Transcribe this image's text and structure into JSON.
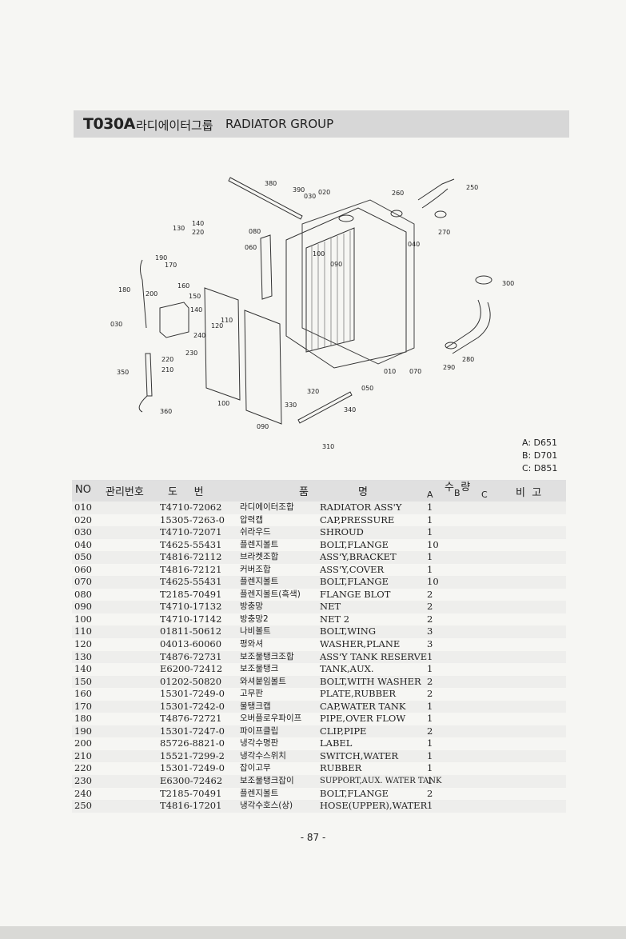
{
  "header": {
    "code": "T030A",
    "title_ko": "라디에이터그룹",
    "title_en": "RADIATOR GROUP"
  },
  "callouts": [
    "380",
    "390",
    "020",
    "030",
    "260",
    "250",
    "130",
    "140",
    "220",
    "080",
    "060",
    "100",
    "090",
    "270",
    "040",
    "190",
    "170",
    "180",
    "200",
    "160",
    "150",
    "140",
    "300",
    "030",
    "110",
    "120",
    "240",
    "220",
    "230",
    "210",
    "350",
    "010",
    "070",
    "290",
    "280",
    "050",
    "320",
    "330",
    "340",
    "100",
    "090",
    "360",
    "310"
  ],
  "variants": [
    "A: D651",
    "B: D701",
    "C: D851"
  ],
  "table": {
    "headers": {
      "no": "NO",
      "mgmt": "관리번호",
      "drawing": "도     번",
      "name": "품               명",
      "qty": "수  량",
      "qty_a": "A",
      "qty_b": "B",
      "qty_c": "C",
      "remarks": "비  고"
    },
    "rows": [
      {
        "no": "010",
        "part": "T4710-72062",
        "ko": "라디에이터조합",
        "en": "RADIATOR ASS'Y",
        "a": "1"
      },
      {
        "no": "020",
        "part": "15305-7263-0",
        "ko": "압력캡",
        "en": "CAP,PRESSURE",
        "a": "1"
      },
      {
        "no": "030",
        "part": "T4710-72071",
        "ko": "쉬라우드",
        "en": "SHROUD",
        "a": "1"
      },
      {
        "no": "040",
        "part": "T4625-55431",
        "ko": "플렌지볼트",
        "en": "BOLT,FLANGE",
        "a": "10"
      },
      {
        "no": "050",
        "part": "T4816-72112",
        "ko": "브라켓조합",
        "en": "ASS'Y,BRACKET",
        "a": "1"
      },
      {
        "no": "060",
        "part": "T4816-72121",
        "ko": "커버조합",
        "en": "ASS'Y,COVER",
        "a": "1"
      },
      {
        "no": "070",
        "part": "T4625-55431",
        "ko": "플렌지볼트",
        "en": "BOLT,FLANGE",
        "a": "10"
      },
      {
        "no": "080",
        "part": "T2185-70491",
        "ko": "플렌지볼트(흑색)",
        "en": "FLANGE BLOT",
        "a": "2"
      },
      {
        "no": "090",
        "part": "T4710-17132",
        "ko": "방충망",
        "en": "NET",
        "a": "2"
      },
      {
        "no": "100",
        "part": "T4710-17142",
        "ko": "방충망2",
        "en": "NET 2",
        "a": "2"
      },
      {
        "no": "110",
        "part": "01811-50612",
        "ko": "나비볼트",
        "en": "BOLT,WING",
        "a": "3"
      },
      {
        "no": "120",
        "part": "04013-60060",
        "ko": "평와셔",
        "en": "WASHER,PLANE",
        "a": "3"
      },
      {
        "no": "130",
        "part": "T4876-72731",
        "ko": "보조물탱크조합",
        "en": "ASS'Y TANK RESERVE",
        "a": "1"
      },
      {
        "no": "140",
        "part": "E6200-72412",
        "ko": "보조물탱크",
        "en": "TANK,AUX.",
        "a": "1"
      },
      {
        "no": "150",
        "part": "01202-50820",
        "ko": "와셔붙임볼트",
        "en": "BOLT,WITH WASHER",
        "a": "2"
      },
      {
        "no": "160",
        "part": "15301-7249-0",
        "ko": "고무판",
        "en": "PLATE,RUBBER",
        "a": "2"
      },
      {
        "no": "170",
        "part": "15301-7242-0",
        "ko": "물탱크캡",
        "en": "CAP,WATER TANK",
        "a": "1"
      },
      {
        "no": "180",
        "part": "T4876-72721",
        "ko": "오버플로우파이프",
        "en": "PIPE,OVER FLOW",
        "a": "1"
      },
      {
        "no": "190",
        "part": "15301-7247-0",
        "ko": "파이프클립",
        "en": "CLIP,PIPE",
        "a": "2"
      },
      {
        "no": "200",
        "part": "85726-8821-0",
        "ko": "냉각수명판",
        "en": "LABEL",
        "a": "1"
      },
      {
        "no": "210",
        "part": "15521-7299-2",
        "ko": "냉각수스위치",
        "en": "SWITCH,WATER",
        "a": "1"
      },
      {
        "no": "220",
        "part": "15301-7249-0",
        "ko": "잡이고무",
        "en": "RUBBER",
        "a": "1"
      },
      {
        "no": "230",
        "part": "E6300-72462",
        "ko": "보조물탱크잡이",
        "en": "SUPPORT,AUX. WATER TANK",
        "a": "1"
      },
      {
        "no": "240",
        "part": "T2185-70491",
        "ko": "플렌지볼트",
        "en": "BOLT,FLANGE",
        "a": "2"
      },
      {
        "no": "250",
        "part": "T4816-17201",
        "ko": "냉각수호스(상)",
        "en": "HOSE(UPPER),WATER",
        "a": "1"
      }
    ]
  },
  "footer": {
    "page": "- 87 -"
  }
}
